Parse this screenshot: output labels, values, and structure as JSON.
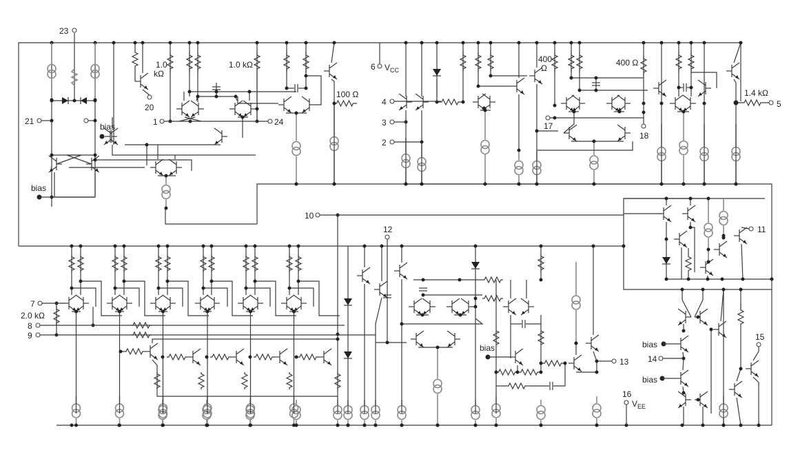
{
  "diagram": {
    "type": "schematic",
    "pins": [
      {
        "id": "p23",
        "label": "23"
      },
      {
        "id": "p21",
        "label": "21"
      },
      {
        "id": "p20",
        "label": "20"
      },
      {
        "id": "p1",
        "label": "1"
      },
      {
        "id": "p24",
        "label": "24"
      },
      {
        "id": "p6",
        "label": "6"
      },
      {
        "id": "p4",
        "label": "4"
      },
      {
        "id": "p3",
        "label": "3"
      },
      {
        "id": "p2",
        "label": "2"
      },
      {
        "id": "p17",
        "label": "17"
      },
      {
        "id": "p18",
        "label": "18"
      },
      {
        "id": "p5",
        "label": "5"
      },
      {
        "id": "p10",
        "label": "10"
      },
      {
        "id": "p12",
        "label": "12"
      },
      {
        "id": "p11",
        "label": "11"
      },
      {
        "id": "p7",
        "label": "7"
      },
      {
        "id": "p8",
        "label": "8"
      },
      {
        "id": "p9",
        "label": "9"
      },
      {
        "id": "p13",
        "label": "13"
      },
      {
        "id": "p14",
        "label": "14"
      },
      {
        "id": "p15",
        "label": "15"
      },
      {
        "id": "p16",
        "label": "16"
      }
    ],
    "supply": {
      "vcc": {
        "main": "V",
        "sub": "CC"
      },
      "vee": {
        "main": "V",
        "sub": "EE"
      }
    },
    "resistor_labels": {
      "r1k_a_line1": "1.0",
      "r1k_a_line2": "kΩ",
      "r1k_b": "1.0 kΩ",
      "r100": "100 Ω",
      "r400_a_line1": "400",
      "r400_a_line2": "Ω",
      "r400_b": "400 Ω",
      "r14k": "1.4 kΩ",
      "r2k": "2.0 kΩ"
    },
    "bias_label": "bias"
  }
}
